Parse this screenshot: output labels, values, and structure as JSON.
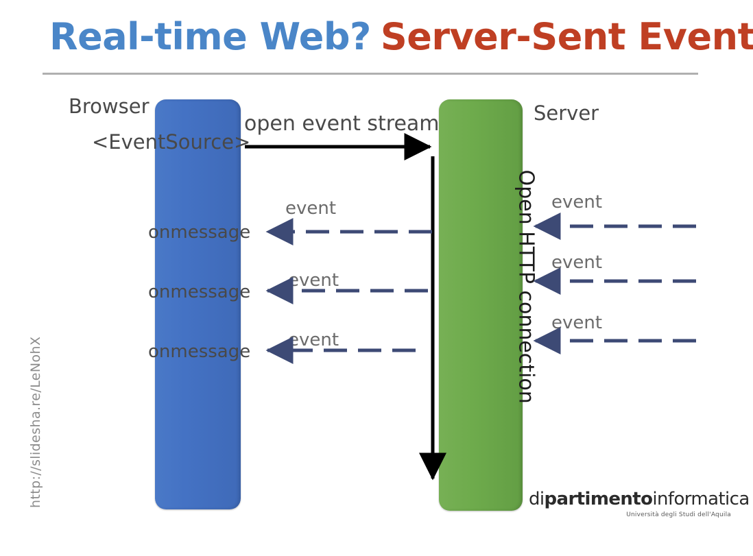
{
  "slide": {
    "title_part_a": "Real-time Web?",
    "title_part_b": "Server-Sent Events",
    "source_url": "http://slidesha.re/LeNohX"
  },
  "diagram": {
    "browser_label": "Browser",
    "server_label": "Server",
    "eventsource_label": "<EventSource>",
    "open_stream_label": "open event stream",
    "open_http_label": "Open HTTP connection",
    "onmessage_labels": [
      "onmessage",
      "onmessage",
      "onmessage"
    ],
    "event_labels_left": [
      "event",
      "event",
      "event"
    ],
    "event_labels_right": [
      "event",
      "event",
      "event"
    ],
    "colors": {
      "browser_bar": "#4472c4",
      "server_bar": "#6eab4c",
      "dashed_arrow": "#3d4a75",
      "solid_arrow": "#000000",
      "title_blue": "#4a86c8",
      "title_red": "#bf3f23",
      "rule_gray": "#b0b0b0",
      "label_gray": "#494949"
    }
  },
  "logo": {
    "word_light": "di",
    "word_a": "partimento",
    "word_b": "informatica",
    "subtitle": "Università degli Studi dell'Aquila"
  }
}
